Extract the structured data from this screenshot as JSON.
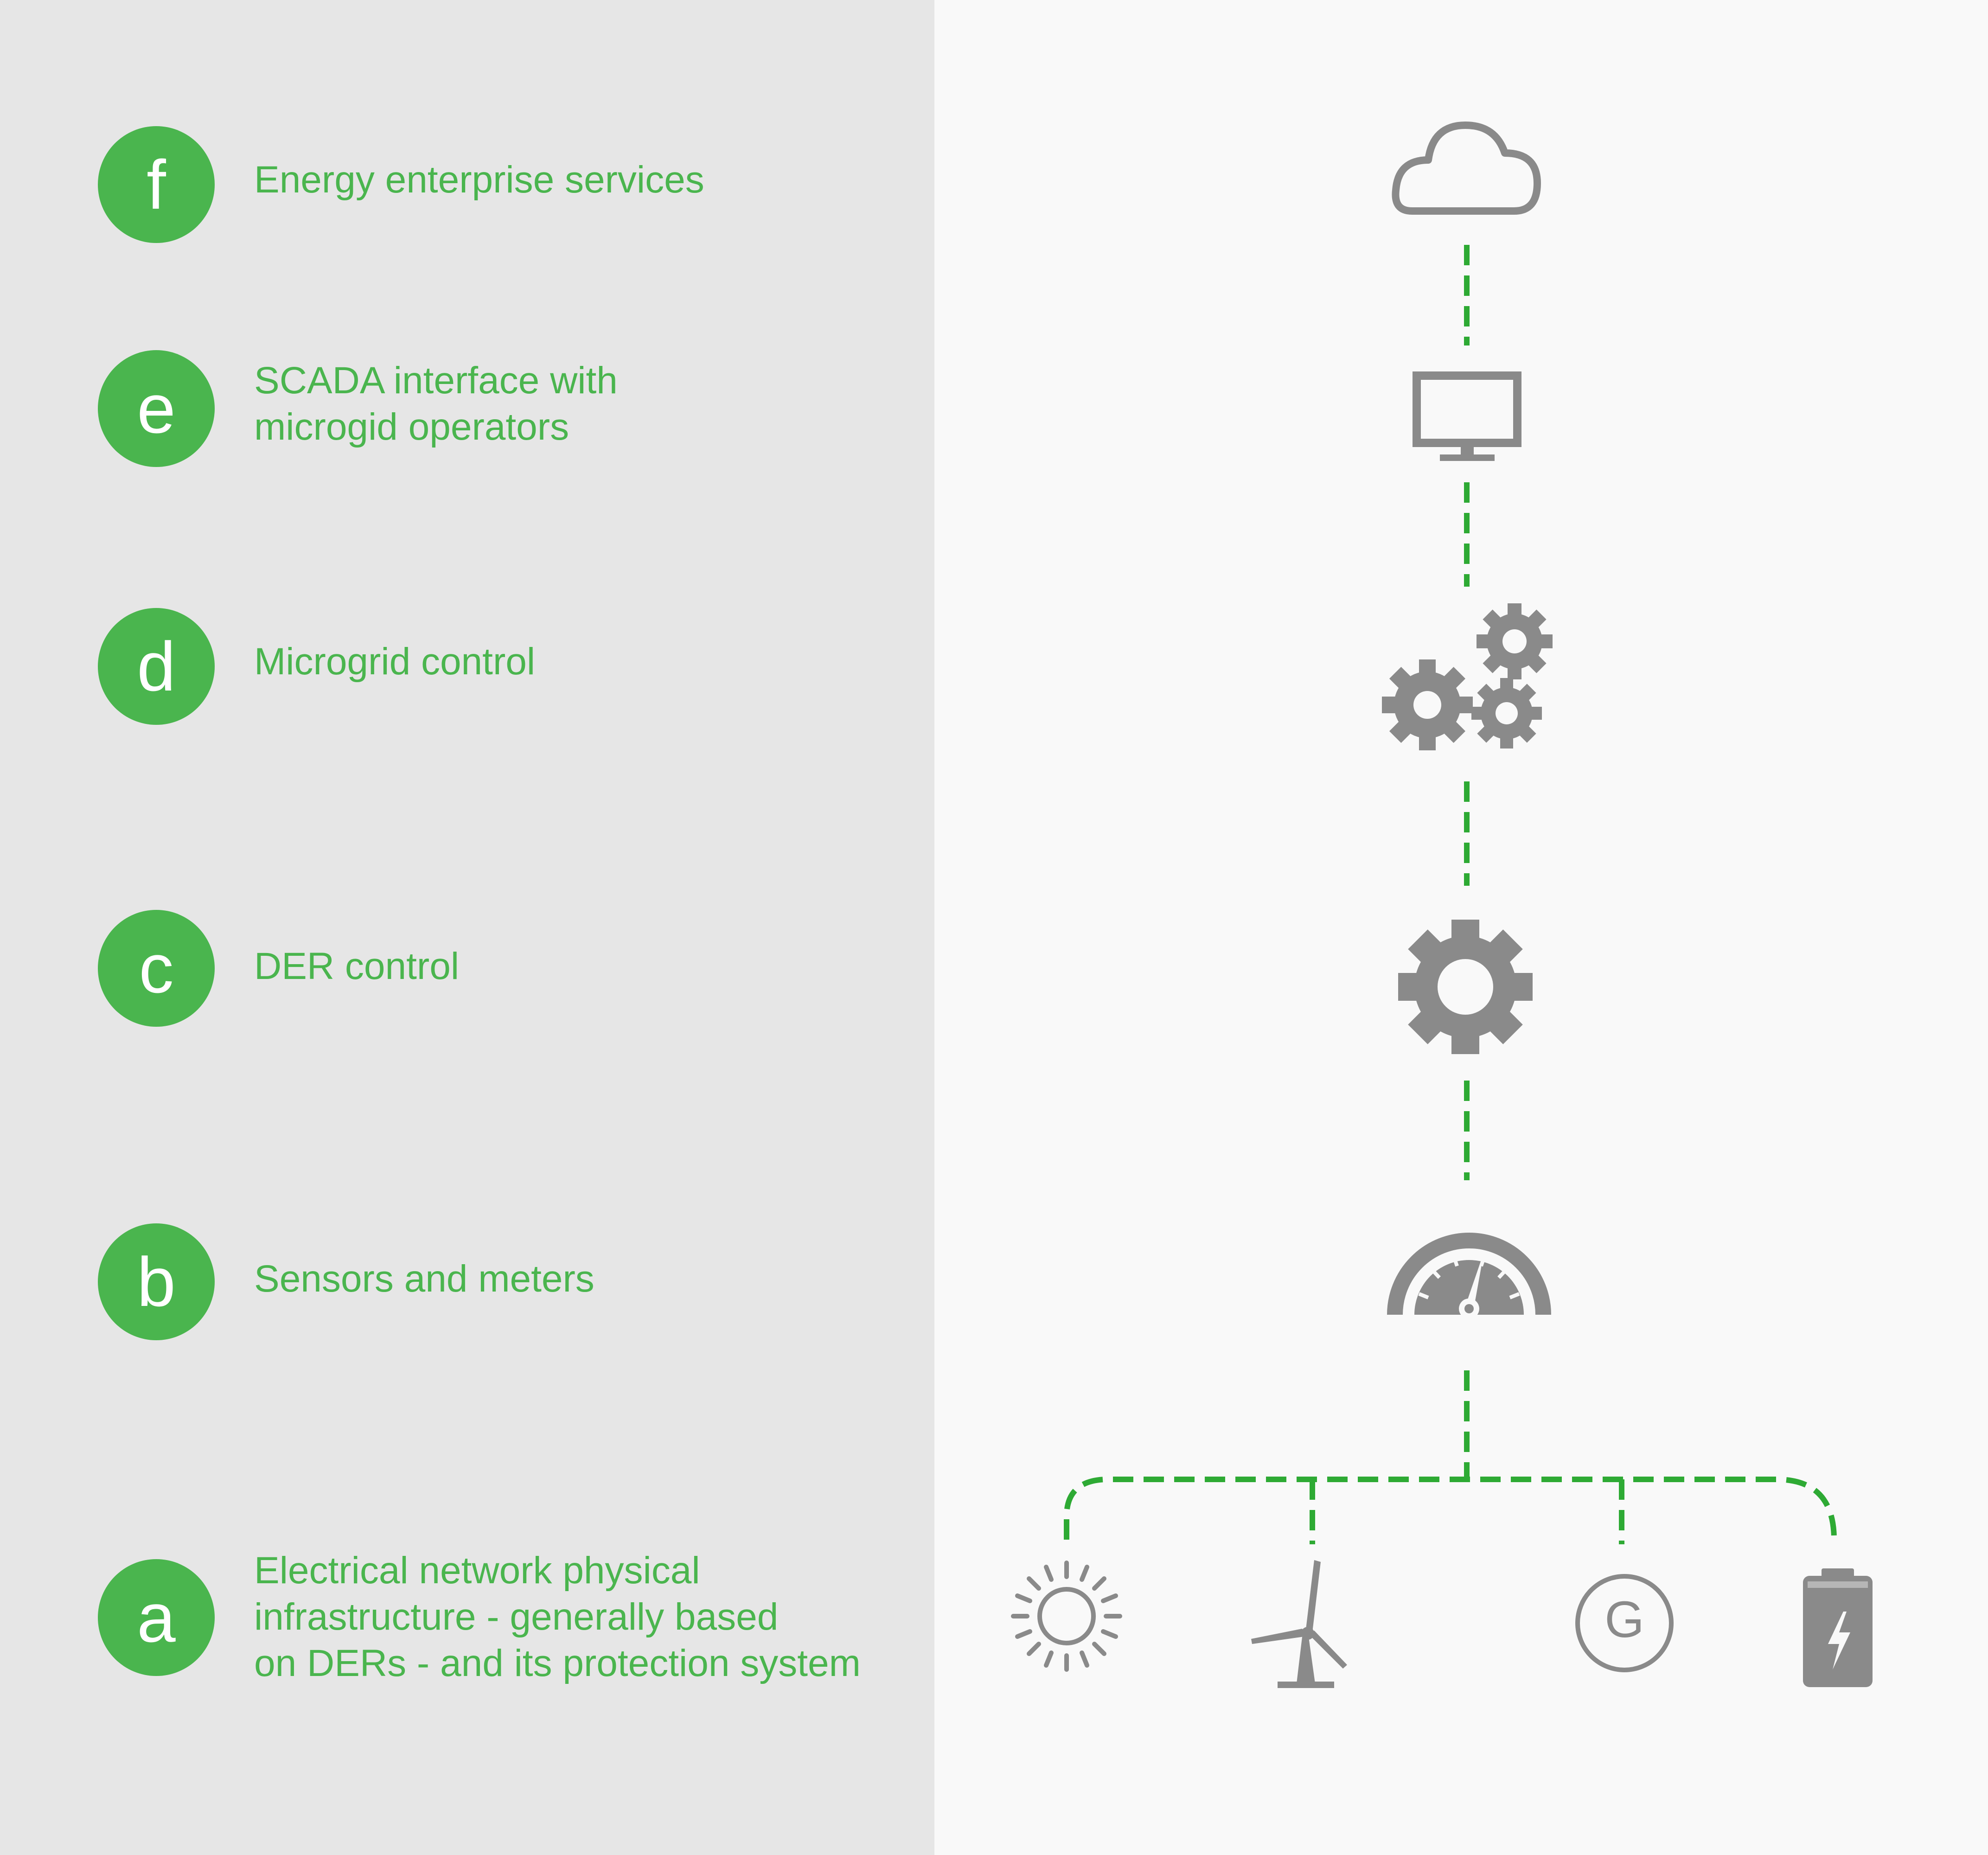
{
  "colors": {
    "accent": "#4ab54e",
    "icon_gray": "#8a8a8a",
    "left_background": "#e6e6e6",
    "right_background": "#f9f9f9",
    "connector": "#2eaa34"
  },
  "layers": [
    {
      "letter": "f",
      "text": "Energy enterprise services",
      "icon": "cloud-icon"
    },
    {
      "letter": "e",
      "text": "SCADA interface with\nmicrogid operators",
      "icon": "monitor-icon"
    },
    {
      "letter": "d",
      "text": "Microgrid control",
      "icon": "gears-icon"
    },
    {
      "letter": "c",
      "text": "DER control",
      "icon": "gear-icon"
    },
    {
      "letter": "b",
      "text": "Sensors and meters",
      "icon": "gauge-icon"
    },
    {
      "letter": "a",
      "text": "Electrical network physical\ninfrastructure - generally based\non DERs - and its protection system",
      "icon": "der-group"
    }
  ],
  "der_icons": [
    "sun-icon",
    "wind-turbine-icon",
    "generator-icon",
    "battery-icon"
  ],
  "generator_letter": "G"
}
